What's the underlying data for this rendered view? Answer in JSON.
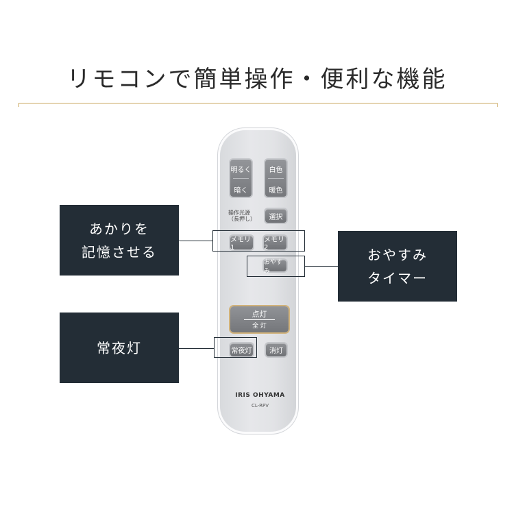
{
  "title": "リモコンで簡単操作・便利な機能",
  "callouts": {
    "memory": {
      "line1": "あかりを",
      "line2": "記憶させる"
    },
    "sleep": {
      "line1": "おやすみ",
      "line2": "タイマー"
    },
    "night": {
      "line1": "常夜灯"
    }
  },
  "remote": {
    "bright": "明るく",
    "dark": "暗く",
    "white": "白色",
    "warm": "暖色",
    "source_label_1": "操作光源",
    "source_label_2": "（長押し）",
    "select": "選択",
    "memory1": "メモリ1",
    "memory2": "メモリ2",
    "sleep": "おやすみ",
    "on": "点灯",
    "full": "全 灯",
    "night": "常夜灯",
    "off": "消灯",
    "brand": "IRIS OHYAMA",
    "model": "CL-RPV"
  }
}
